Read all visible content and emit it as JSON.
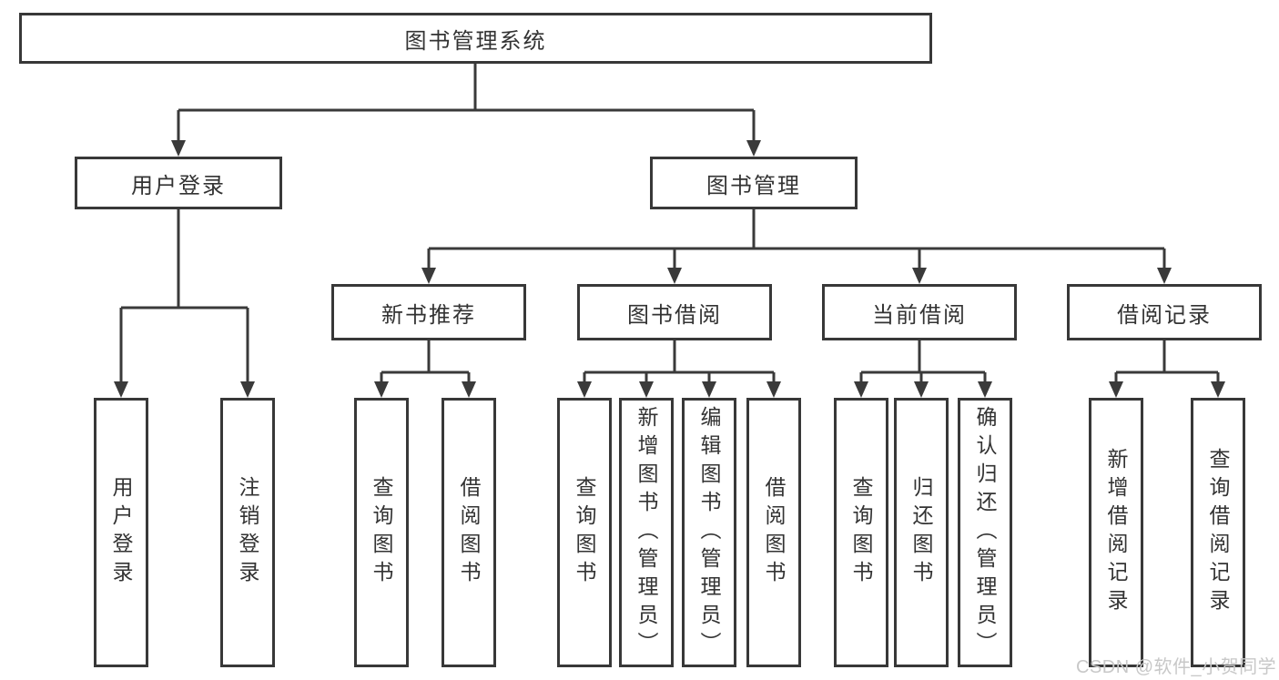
{
  "tree": {
    "root": {
      "label": "图书管理系统"
    },
    "user_login": {
      "label": "用户登录",
      "leaves": [
        {
          "label": "用户登录"
        },
        {
          "label": "注销登录"
        }
      ]
    },
    "book_mgmt": {
      "label": "图书管理",
      "groups": [
        {
          "label": "新书推荐",
          "leaves": [
            {
              "label": "查询图书"
            },
            {
              "label": "借阅图书"
            }
          ]
        },
        {
          "label": "图书借阅",
          "leaves": [
            {
              "label": "查询图书"
            },
            {
              "label": "新增图书（管理员）"
            },
            {
              "label": "编辑图书（管理员）"
            },
            {
              "label": "借阅图书"
            }
          ]
        },
        {
          "label": "当前借阅",
          "leaves": [
            {
              "label": "查询图书"
            },
            {
              "label": "归还图书"
            },
            {
              "label": "确认归还（管理员）"
            }
          ]
        },
        {
          "label": "借阅记录",
          "leaves": [
            {
              "label": "新增借阅记录"
            },
            {
              "label": "查询借阅记录"
            }
          ]
        }
      ]
    }
  },
  "watermark": "CSDN @软件_小贺同学",
  "colors": {
    "line": "#3a3a3a",
    "border": "#383838",
    "text": "#333333",
    "watermark": "#c8c8c8",
    "background": "#ffffff"
  }
}
